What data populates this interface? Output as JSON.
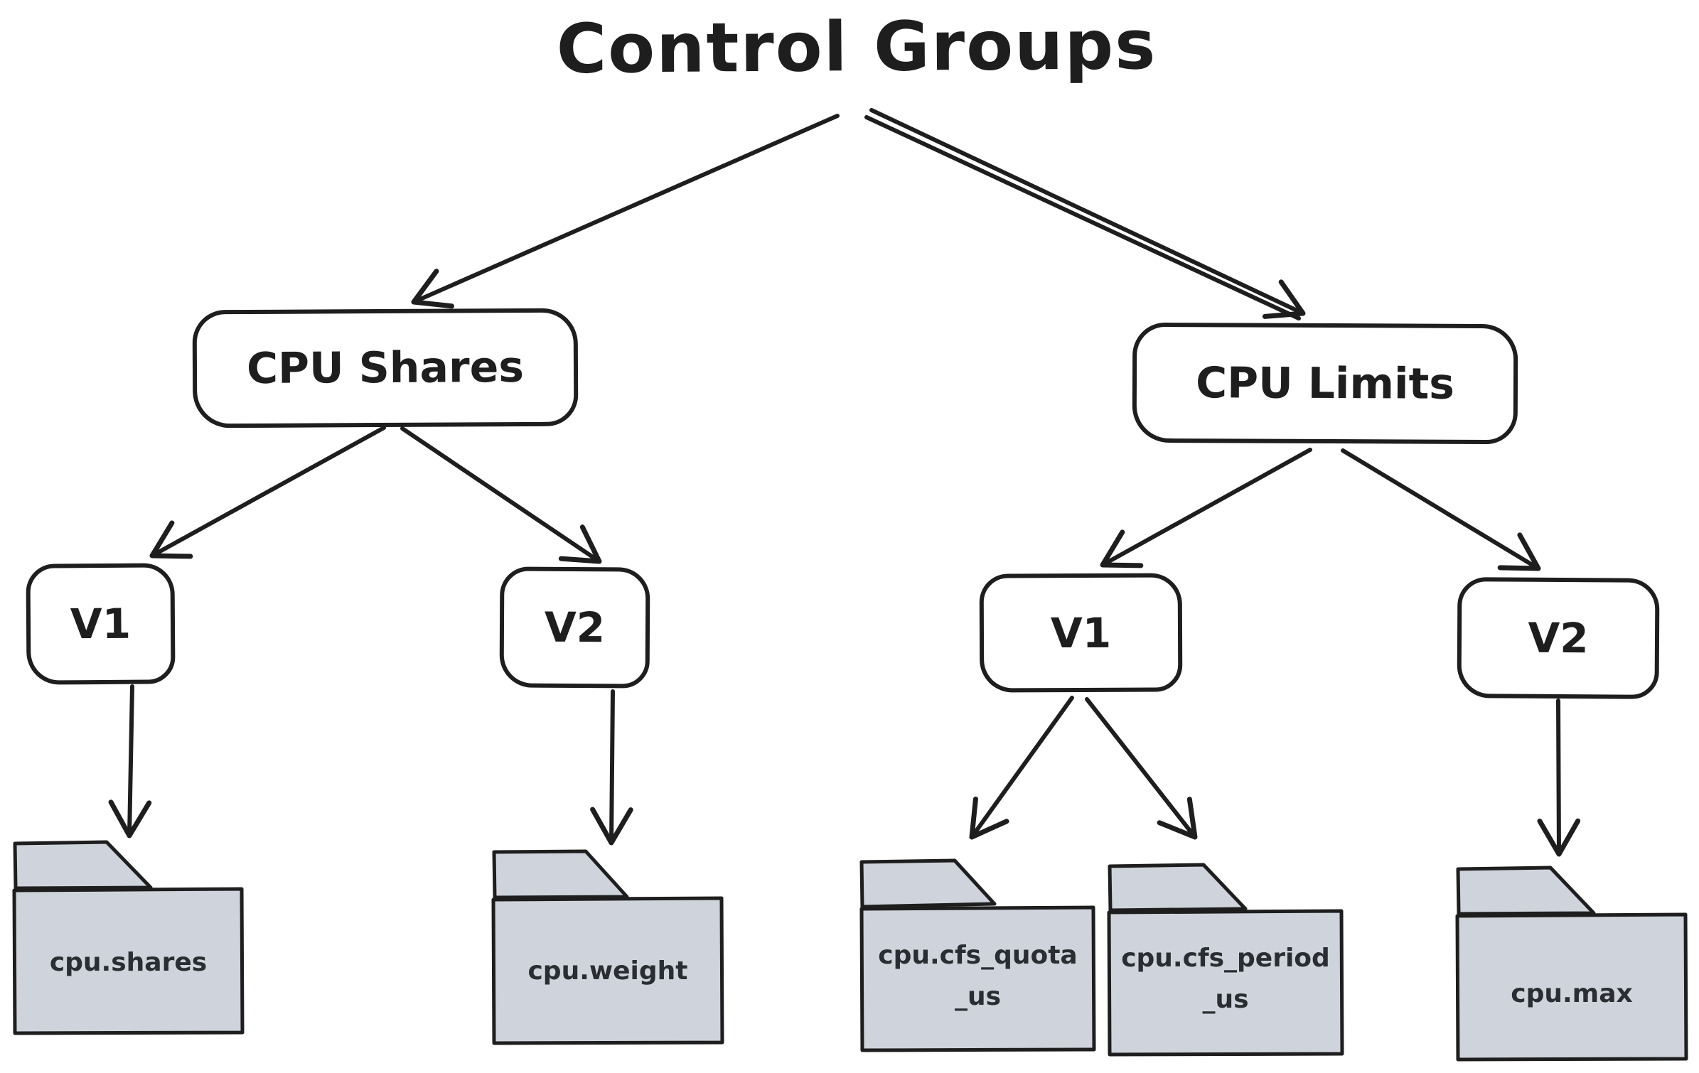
{
  "diagram": {
    "title": "Control Groups",
    "nodes": {
      "cpu_shares": {
        "label": "CPU Shares"
      },
      "cpu_limits": {
        "label": "CPU Limits"
      },
      "shares_v1": {
        "label": "V1"
      },
      "shares_v2": {
        "label": "V2"
      },
      "limits_v1": {
        "label": "V1"
      },
      "limits_v2": {
        "label": "V2"
      }
    },
    "folders": {
      "cpu_shares_file": {
        "label": "cpu.shares"
      },
      "cpu_weight_file": {
        "label": "cpu.weight"
      },
      "cpu_cfs_quota_file": {
        "label": "cpu.cfs_quota\n_us"
      },
      "cpu_cfs_period_file": {
        "label": "cpu.cfs_period\n_us"
      },
      "cpu_max_file": {
        "label": "cpu.max"
      }
    },
    "edges": [
      {
        "from": "Control Groups",
        "to": "CPU Shares"
      },
      {
        "from": "Control Groups",
        "to": "CPU Limits"
      },
      {
        "from": "CPU Shares",
        "to": "V1"
      },
      {
        "from": "CPU Shares",
        "to": "V2"
      },
      {
        "from": "V1 (shares)",
        "to": "cpu.shares"
      },
      {
        "from": "V2 (shares)",
        "to": "cpu.weight"
      },
      {
        "from": "CPU Limits",
        "to": "V1"
      },
      {
        "from": "CPU Limits",
        "to": "V2"
      },
      {
        "from": "V1 (limits)",
        "to": "cpu.cfs_quota_us"
      },
      {
        "from": "V1 (limits)",
        "to": "cpu.cfs_period_us"
      },
      {
        "from": "V2 (limits)",
        "to": "cpu.max"
      }
    ],
    "colors": {
      "stroke": "#1e1e1e",
      "folder_fill": "#cfd4dc",
      "background": "#ffffff"
    }
  }
}
